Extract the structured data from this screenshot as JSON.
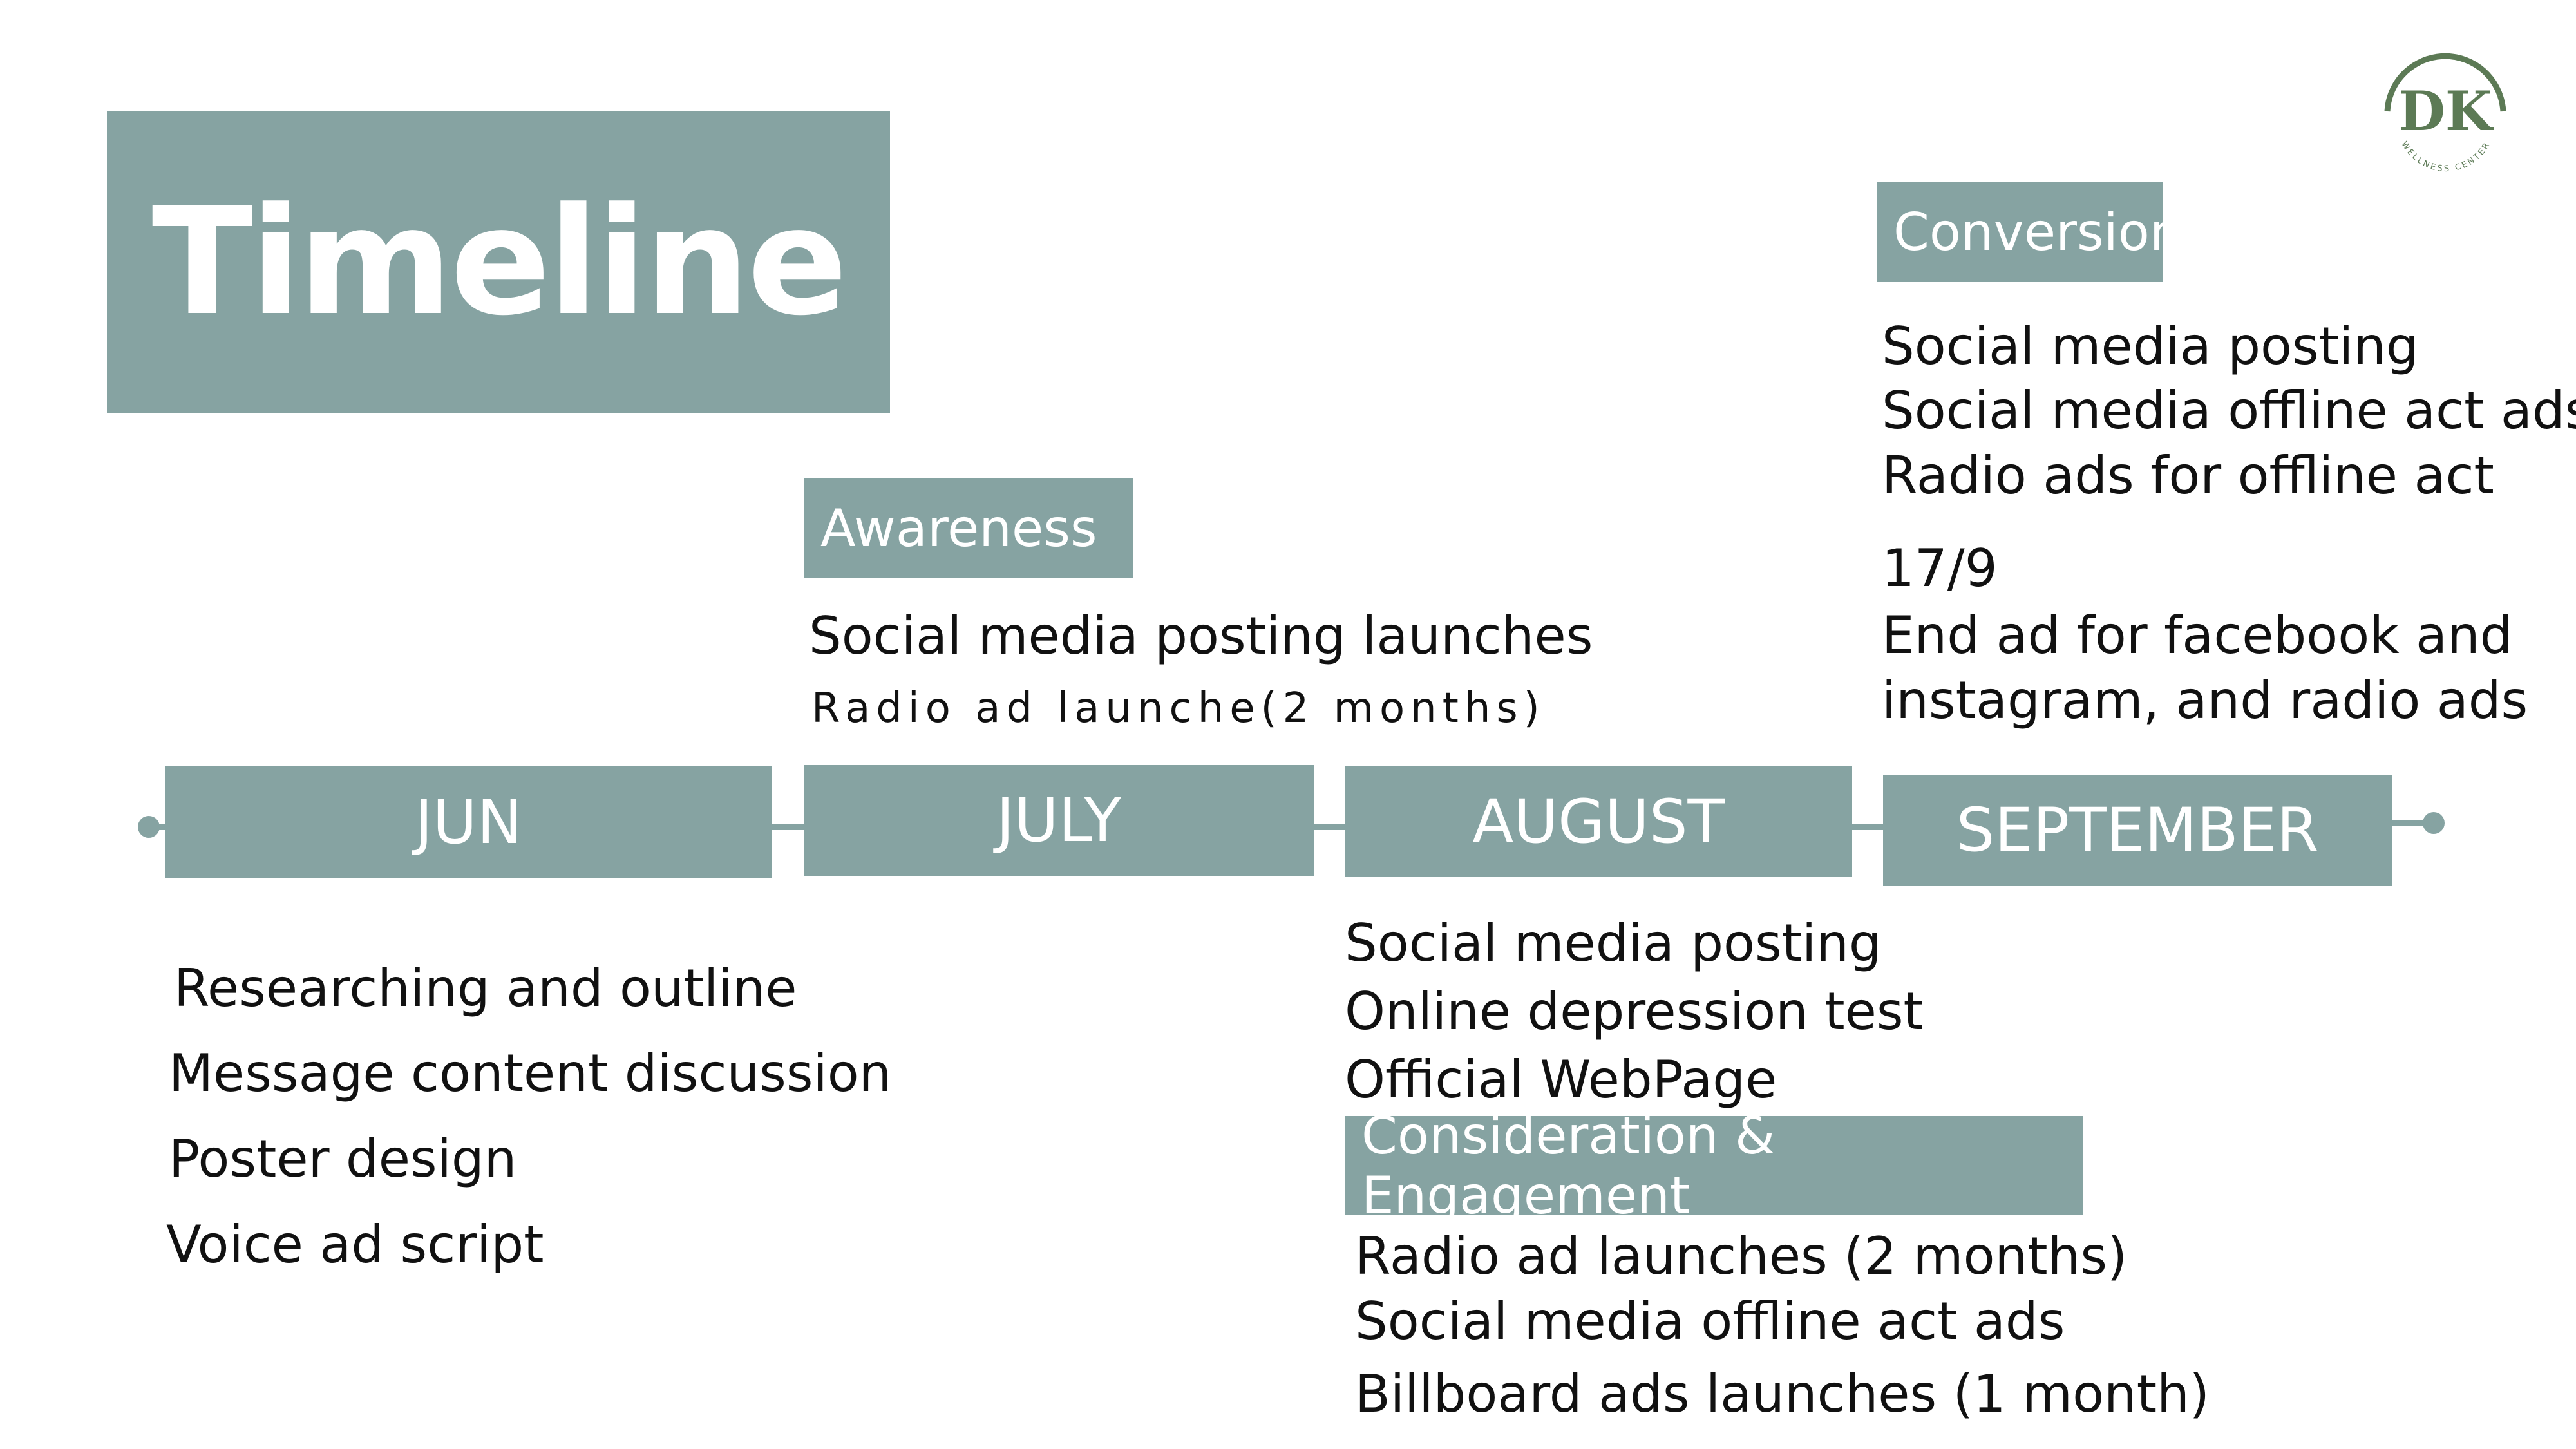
{
  "title": "Timeline",
  "logo": {
    "text": "DK",
    "subtext": "WELLNESS CENTER"
  },
  "colors": {
    "accent": "#86a3a2",
    "logo": "#5c7a55",
    "text": "#111111"
  },
  "months": [
    "JUN",
    "JULY",
    "AUGUST",
    "SEPTEMBER"
  ],
  "phases": {
    "awareness": "Awareness",
    "consideration": "Consideration & Engagement",
    "conversion": "Conversion"
  },
  "june_items": [
    "Researching and outline",
    "Message content discussion",
    "Poster design",
    "Voice ad script"
  ],
  "july_items": [
    "Social media posting launches",
    "Radio ad launche(2 months)"
  ],
  "august_items": [
    "Social media posting",
    "Online depression test",
    "Official WebPage"
  ],
  "consideration_items": [
    "Radio ad launches (2 months)",
    "Social media offline act ads",
    "Billboard ads launches (1 month)"
  ],
  "conversion_items": [
    "Social media posting",
    "Social media offline act ads",
    "Radio ads for offline act"
  ],
  "end_note": {
    "date": "17/9",
    "line1": "End ad for facebook and",
    "line2": "instagram, and radio ads"
  }
}
